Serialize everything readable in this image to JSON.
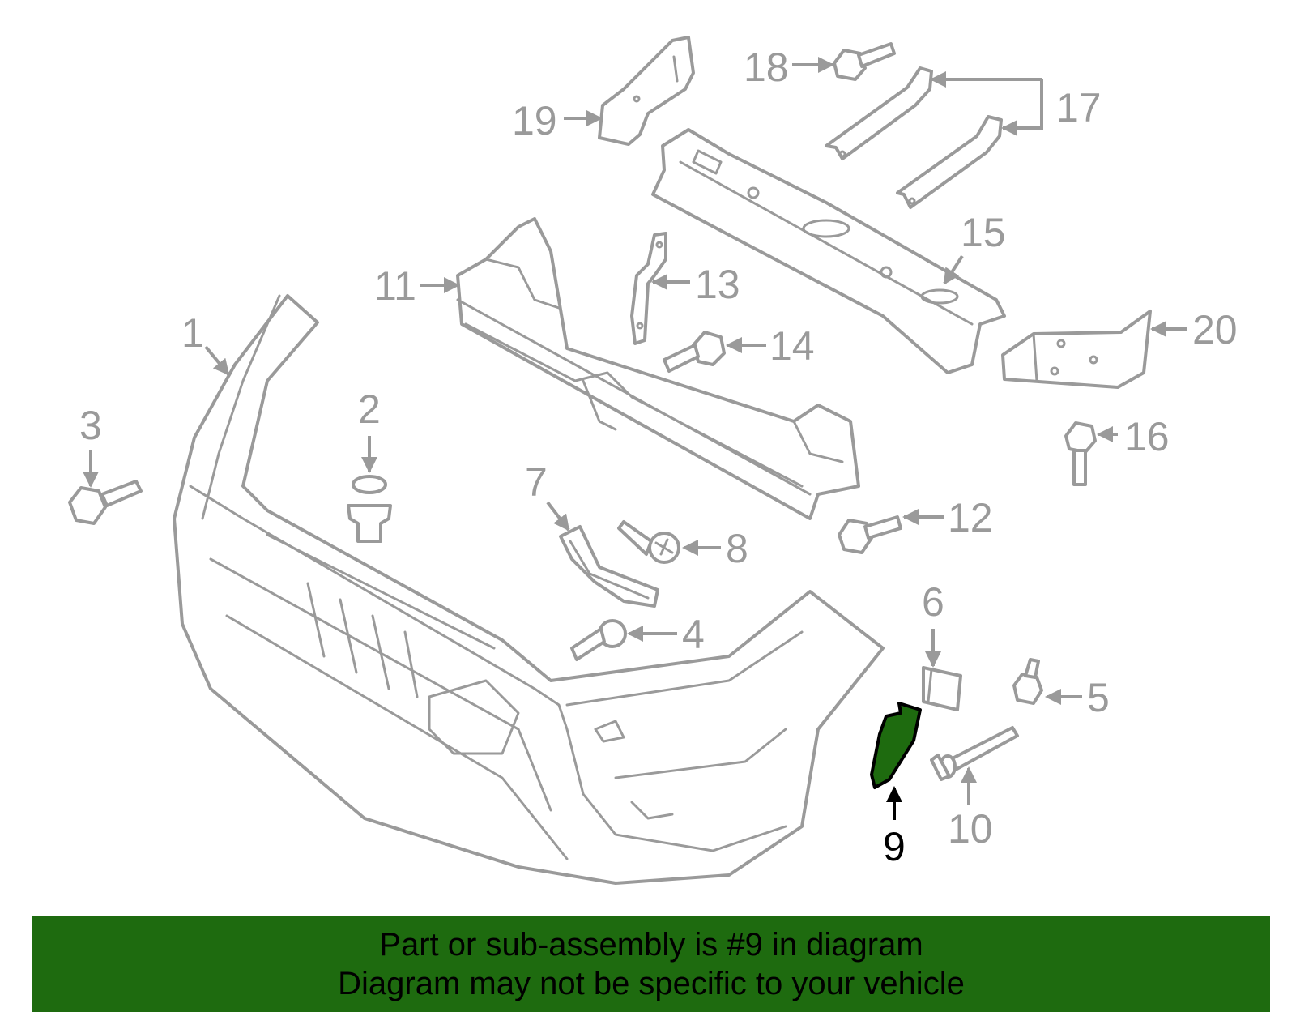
{
  "colors": {
    "line": "#9a9a9a",
    "highlight_fill": "#1e6b0f",
    "highlight_label": "#000000",
    "banner_bg": "#1e6b0f"
  },
  "labels": {
    "p1": "1",
    "p2": "2",
    "p3": "3",
    "p4": "4",
    "p5": "5",
    "p6": "6",
    "p7": "7",
    "p8": "8",
    "p9": "9",
    "p10": "10",
    "p11": "11",
    "p12": "12",
    "p13": "13",
    "p14": "14",
    "p15": "15",
    "p16": "16",
    "p17": "17",
    "p18": "18",
    "p19": "19",
    "p20": "20"
  },
  "highlighted_part": "9",
  "banner": {
    "line1": "Part or sub-assembly is #9 in diagram",
    "line2": "Diagram may not be specific to your vehicle"
  }
}
